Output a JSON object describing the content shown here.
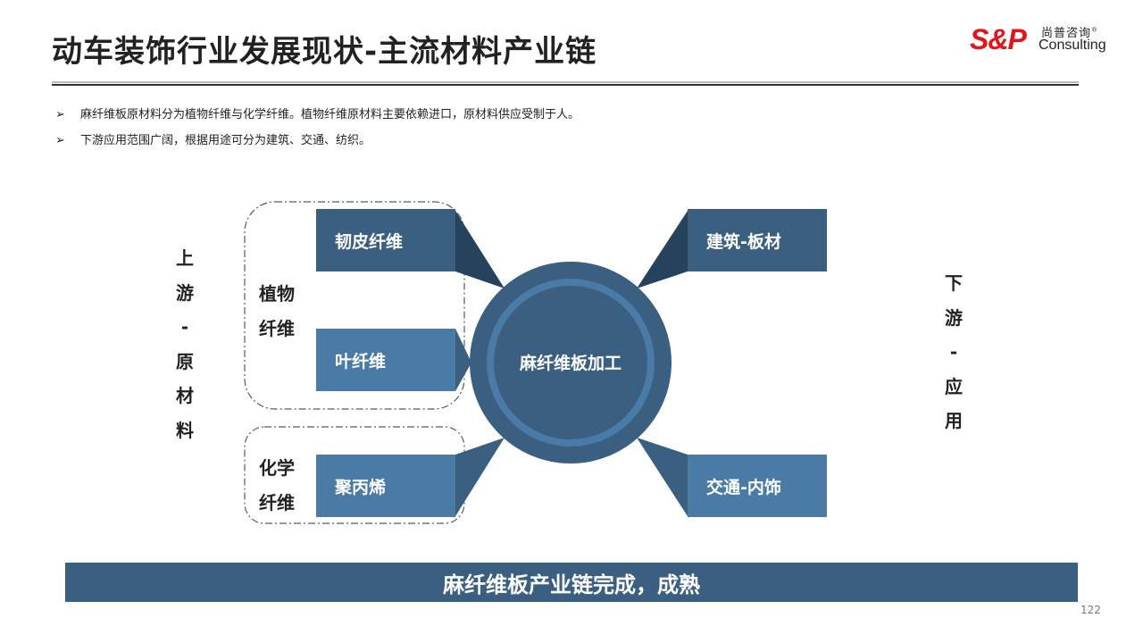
{
  "title": "动车装饰行业发展现状-主流材料产业链",
  "logo": {
    "brand": "S&P",
    "cn": "尚普咨询",
    "en": "Consulting",
    "reg": "®"
  },
  "bullets": [
    "麻纤维板原材料分为植物纤维与化学纤维。植物纤维原材料主要依赖进口，原材料供应受制于人。",
    "下游应用范围广阔，根据用途可分为建筑、交通、纺织。"
  ],
  "upstream_label": [
    "上",
    "游",
    "-",
    "原",
    "材",
    "料"
  ],
  "downstream_label": [
    "下",
    "游",
    "-",
    "应",
    "用"
  ],
  "groups": {
    "plant": [
      "植物",
      "纤维"
    ],
    "chemical": [
      "化学",
      "纤维"
    ]
  },
  "boxes": {
    "bast": "韧皮纤维",
    "leaf": "叶纤维",
    "pp": "聚丙烯",
    "building": "建筑-板材",
    "transport": "交通-内饰"
  },
  "center": "麻纤维板加工",
  "banner": "麻纤维板产业链完成，成熟",
  "page_number": "122",
  "colors": {
    "dark": "#3a5f80",
    "light": "#4a7ba6",
    "connector": "#27425c",
    "brand_red": "#e4141b"
  }
}
